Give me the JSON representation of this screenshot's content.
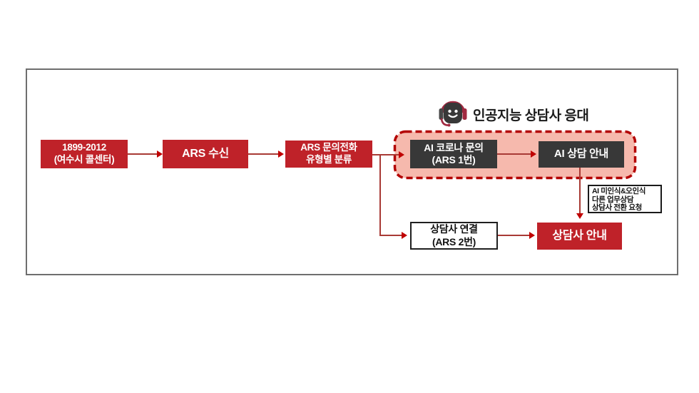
{
  "diagram": {
    "heading": "인공지능 상담사 응대",
    "nodes": {
      "callcenter": {
        "line1": "1899-2012",
        "line2": "(여수시 콜센터)"
      },
      "ars_receive": {
        "label": "ARS 수신"
      },
      "classify": {
        "line1": "ARS 문의전화",
        "line2": "유형별 분류"
      },
      "ai_corona": {
        "line1": "AI 코로나 문의",
        "line2": "(ARS 1번)"
      },
      "ai_guide": {
        "label": "AI 상담 안내"
      },
      "counselor_connect": {
        "line1": "상담사 연결",
        "line2": "(ARS 2번)"
      },
      "counselor_guide": {
        "label": "상담사 안내"
      },
      "transfer_note": {
        "line1": "AI 미인식&오인식",
        "line2": "다른 업무상담",
        "line3": "상담사 전환 요청"
      }
    },
    "icons": {
      "robot": "robot-headset-icon"
    },
    "colors": {
      "box_red": "#bf2229",
      "box_dark": "#383838",
      "dashed_fill": "#f6b9ad",
      "dashed_border": "#b30000",
      "arrow_line": "#a83a35",
      "arrow_head": "#c00000",
      "frame_border": "#6e6e6e",
      "headset_red": "#a12940"
    }
  }
}
